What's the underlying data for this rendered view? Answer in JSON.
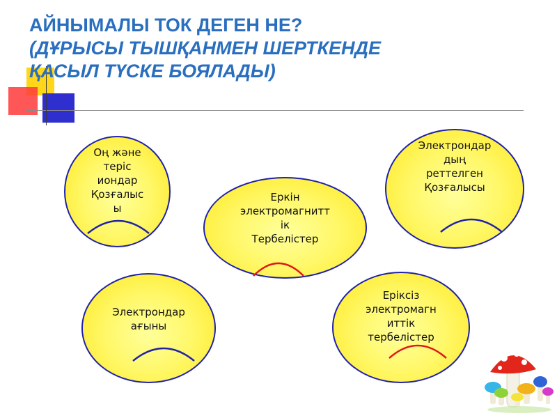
{
  "title": {
    "line1": "АЙНЫМАЛЫ ТОК ДЕГЕН НЕ?",
    "line2": "(ДҰРЫСЫ ТЫШҚАНМЕН ШЕРТКЕНДЕ",
    "line3": "ҚАСЫЛ ТҮСКЕ БОЯЛАДЫ)"
  },
  "bubbles": [
    {
      "id": "ions",
      "lines": [
        "Оң және",
        "теріс",
        "иондар",
        "Қозғалыс",
        "ы"
      ],
      "mouth_color": "#1f22a8"
    },
    {
      "id": "ordered-electrons",
      "lines": [
        "Электрондар",
        "дың",
        "реттелген",
        "Қозғалысы"
      ],
      "mouth_color": "#1f22a8"
    },
    {
      "id": "free-oscillations",
      "lines": [
        "Еркін",
        "электромагнитт",
        "ік",
        "Тербелістер"
      ],
      "mouth_color": "#e01818"
    },
    {
      "id": "electron-flow",
      "lines": [
        "Электрондар",
        "ағыны"
      ],
      "mouth_color": "#1f22a8"
    },
    {
      "id": "forced-oscillations",
      "lines": [
        "Еріксіз",
        "электромагн",
        "иттік",
        "тербелістер"
      ],
      "mouth_color": "#e01818"
    }
  ],
  "decor": {
    "mushroom_icon": "mushroom-icon",
    "accent_yellow": "#ffd200",
    "accent_red": "#ff3a3a",
    "accent_blue": "#2f2fd0"
  }
}
